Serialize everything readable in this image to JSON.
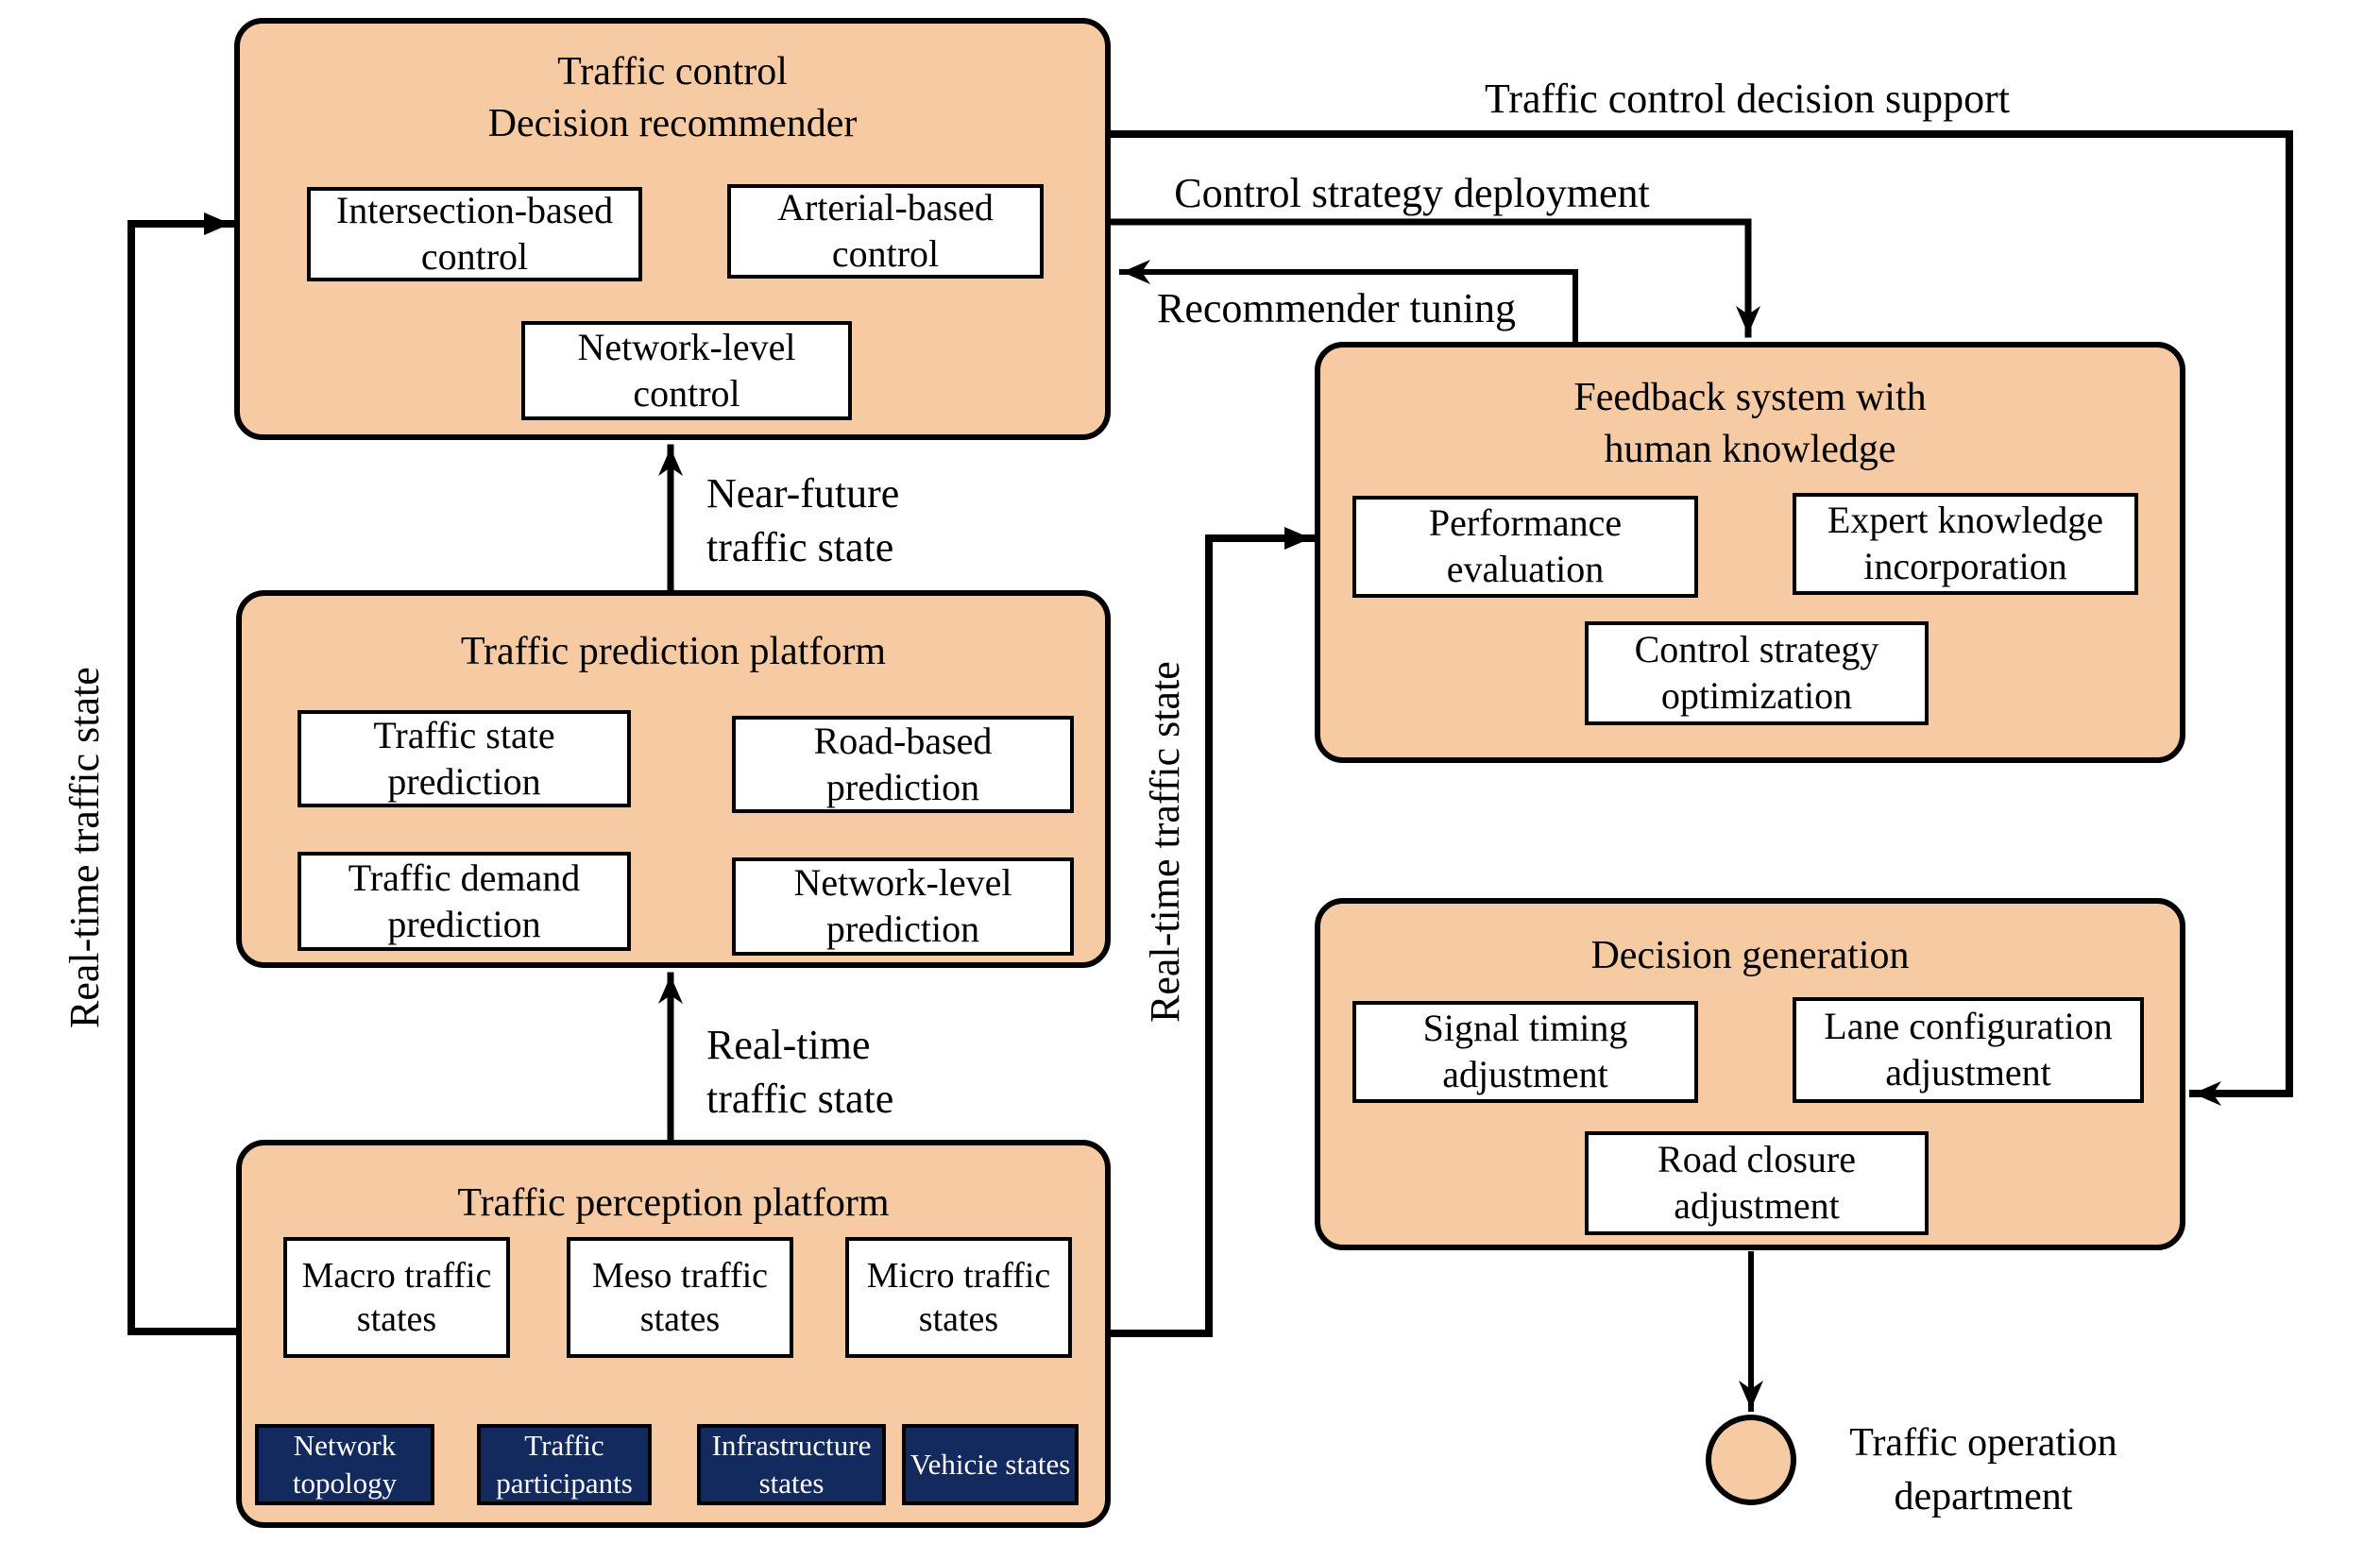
{
  "colors": {
    "box_fill": "#F6CBA4",
    "source_fill": "#122A5E",
    "line": "#000000",
    "box_text": "#000000",
    "source_text": "#FFFFFF",
    "background": "#FFFFFF"
  },
  "platforms": {
    "control": {
      "title": [
        "Traffic control",
        "Decision recommender"
      ],
      "items": [
        "Intersection-based control",
        "Arterial-based control",
        "Network-level control"
      ]
    },
    "prediction": {
      "title": "Traffic prediction platform",
      "items": [
        "Traffic state prediction",
        "Road-based prediction",
        "Traffic demand prediction",
        "Network-level prediction"
      ]
    },
    "perception": {
      "title": "Traffic perception platform",
      "states": [
        "Macro traffic states",
        "Meso traffic states",
        "Micro traffic states"
      ],
      "sources": [
        "Network topology",
        "Traffic participants",
        "Infrastructure states",
        "Vehicie states"
      ]
    },
    "feedback": {
      "title": [
        "Feedback system with",
        "human knowledge"
      ],
      "items": [
        "Performance evaluation",
        "Expert knowledge incorporation",
        "Control strategy optimization"
      ]
    },
    "decision": {
      "title": "Decision generation",
      "items": [
        "Signal timing adjustment",
        "Lane configuration adjustment",
        "Road closure adjustment"
      ]
    }
  },
  "flows": {
    "decision_support": "Traffic control decision support",
    "strategy_deployment": "Control strategy deployment",
    "recommender_tuning": "Recommender tuning",
    "near_future_state": "Near-future traffic state",
    "real_time_state_left": "Real-time traffic state",
    "real_time_state_mid": "Real-time traffic state",
    "real_time_state_right": "Real-time traffic state"
  },
  "terminal": {
    "label": "Traffic operation department"
  }
}
